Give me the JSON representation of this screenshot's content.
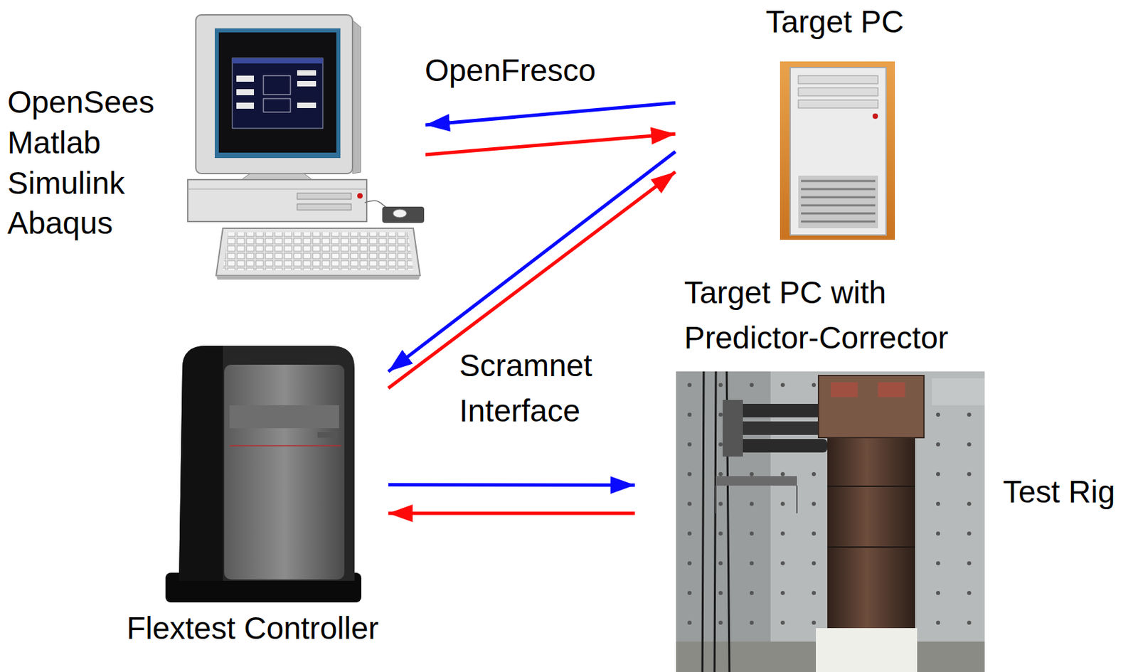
{
  "diagram": {
    "nodes": [
      {
        "text": [
          "OpenSees Matlab Simulink Abaqus"
        ]
      },
      {
        "text": [
          "Target PC"
        ]
      },
      {
        "text": [
          "Flextest Controller"
        ]
      },
      {
        "text": [
          "Test Rig"
        ]
      }
    ],
    "edges": [
      {
        "from": 1,
        "to": 0,
        "arrow": "to",
        "label": "OpenFresco"
      },
      {
        "from": 0,
        "to": 1,
        "arrow": "to"
      },
      {
        "from": 1,
        "to": 2,
        "arrow": "to",
        "label": "Scramnet Interface"
      },
      {
        "from": 2,
        "to": 1,
        "arrow": "to"
      },
      {
        "from": 2,
        "to": 3,
        "arrow": "to"
      },
      {
        "from": 3,
        "to": 2,
        "arrow": "to"
      }
    ],
    "labels": [
      "Target PC with Predictor-Corrector"
    ]
  }
}
